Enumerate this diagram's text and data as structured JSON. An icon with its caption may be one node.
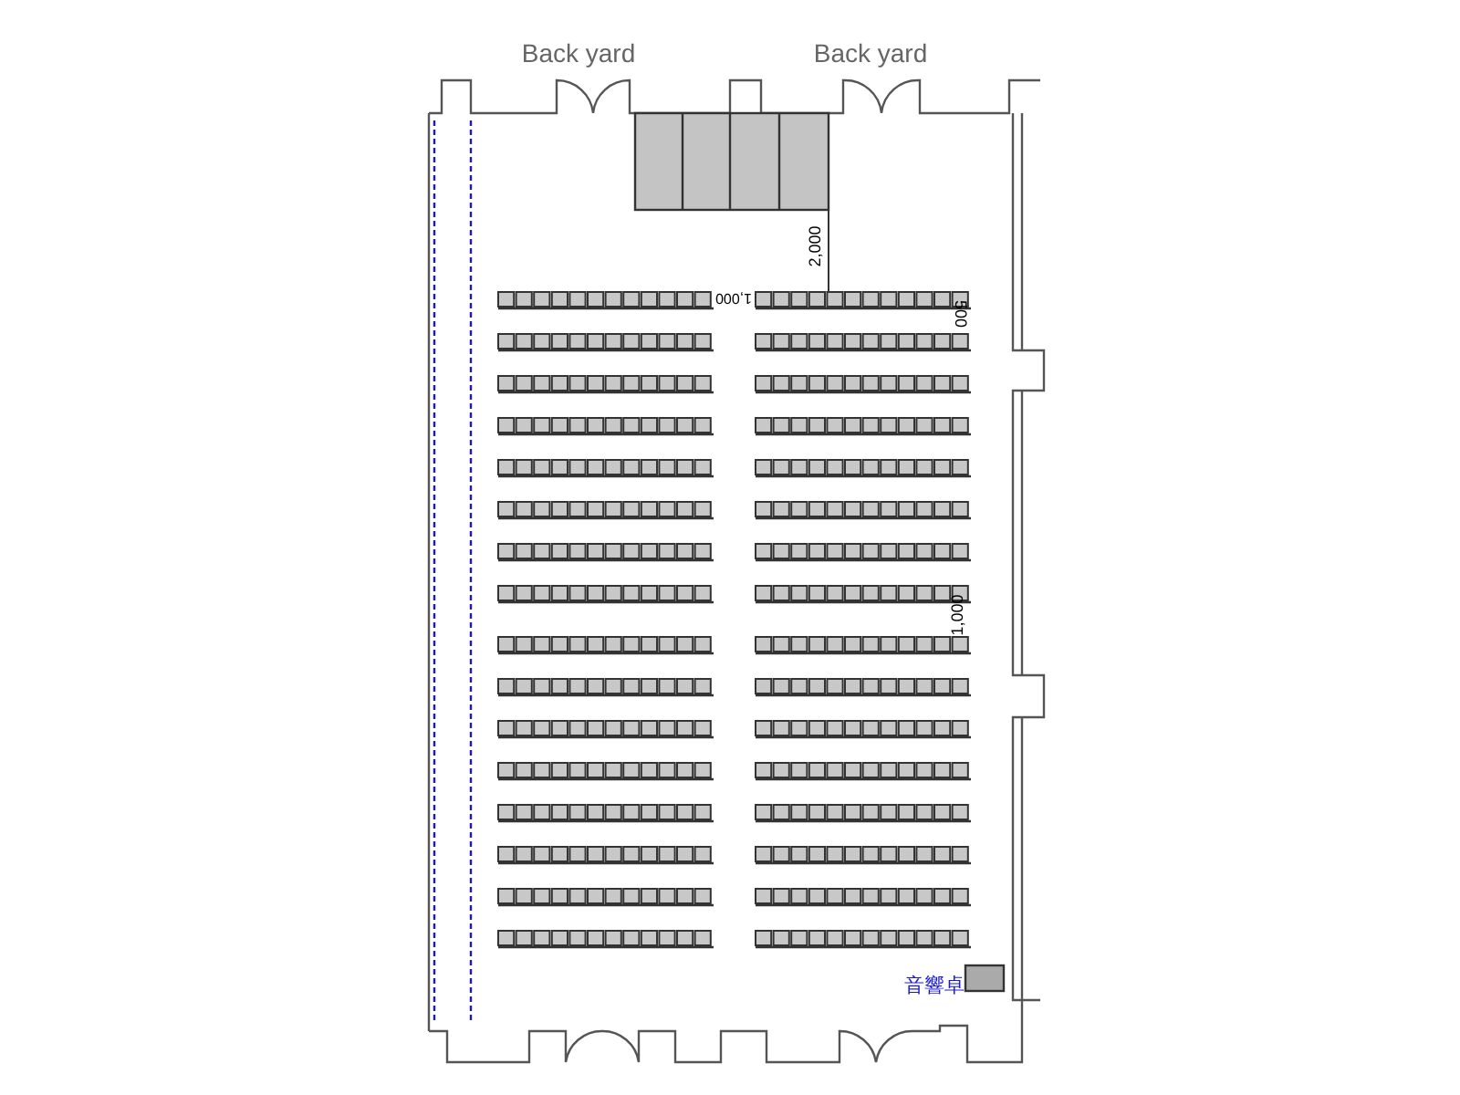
{
  "diagram": {
    "labels": [
      "Back yard",
      "Back yard",
      "2,000",
      "1,000",
      "500",
      "1,000",
      "音響卓"
    ]
  }
}
